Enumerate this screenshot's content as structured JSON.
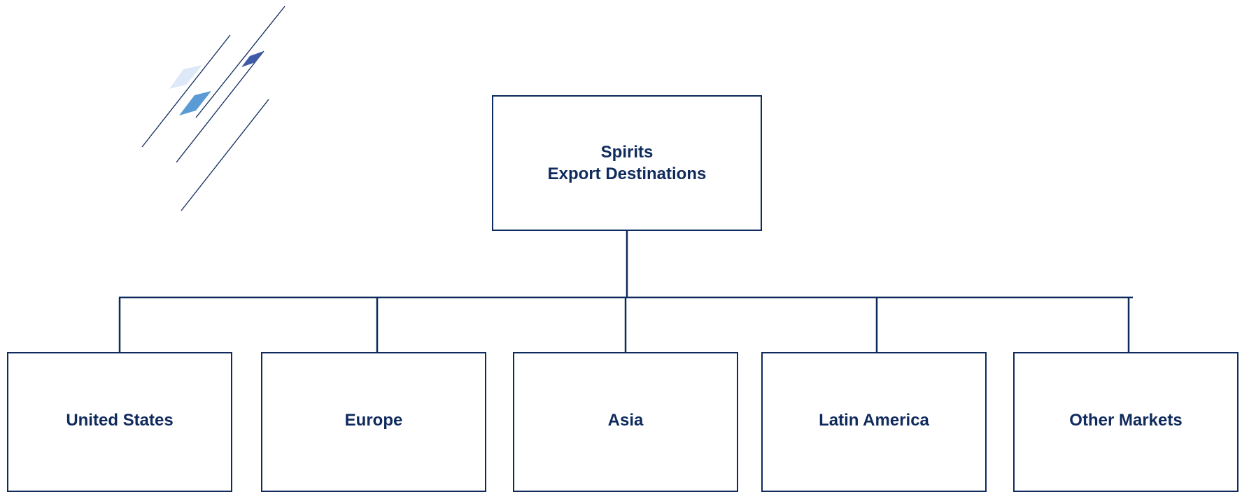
{
  "root": {
    "title_line1": "Spirits",
    "title_line2": "Export Destinations"
  },
  "children": [
    {
      "label": "United States"
    },
    {
      "label": "Europe"
    },
    {
      "label": "Asia"
    },
    {
      "label": "Latin America"
    },
    {
      "label": "Other Markets"
    }
  ],
  "colors": {
    "line": "#0f2a5c",
    "text": "#0f2a5c",
    "accent_light": "#dde8f8",
    "accent_mid": "#5b9bd5",
    "accent_dark": "#3e5aa8"
  },
  "icons": {
    "decoration": "diagonal-lines-diamonds-logo"
  }
}
